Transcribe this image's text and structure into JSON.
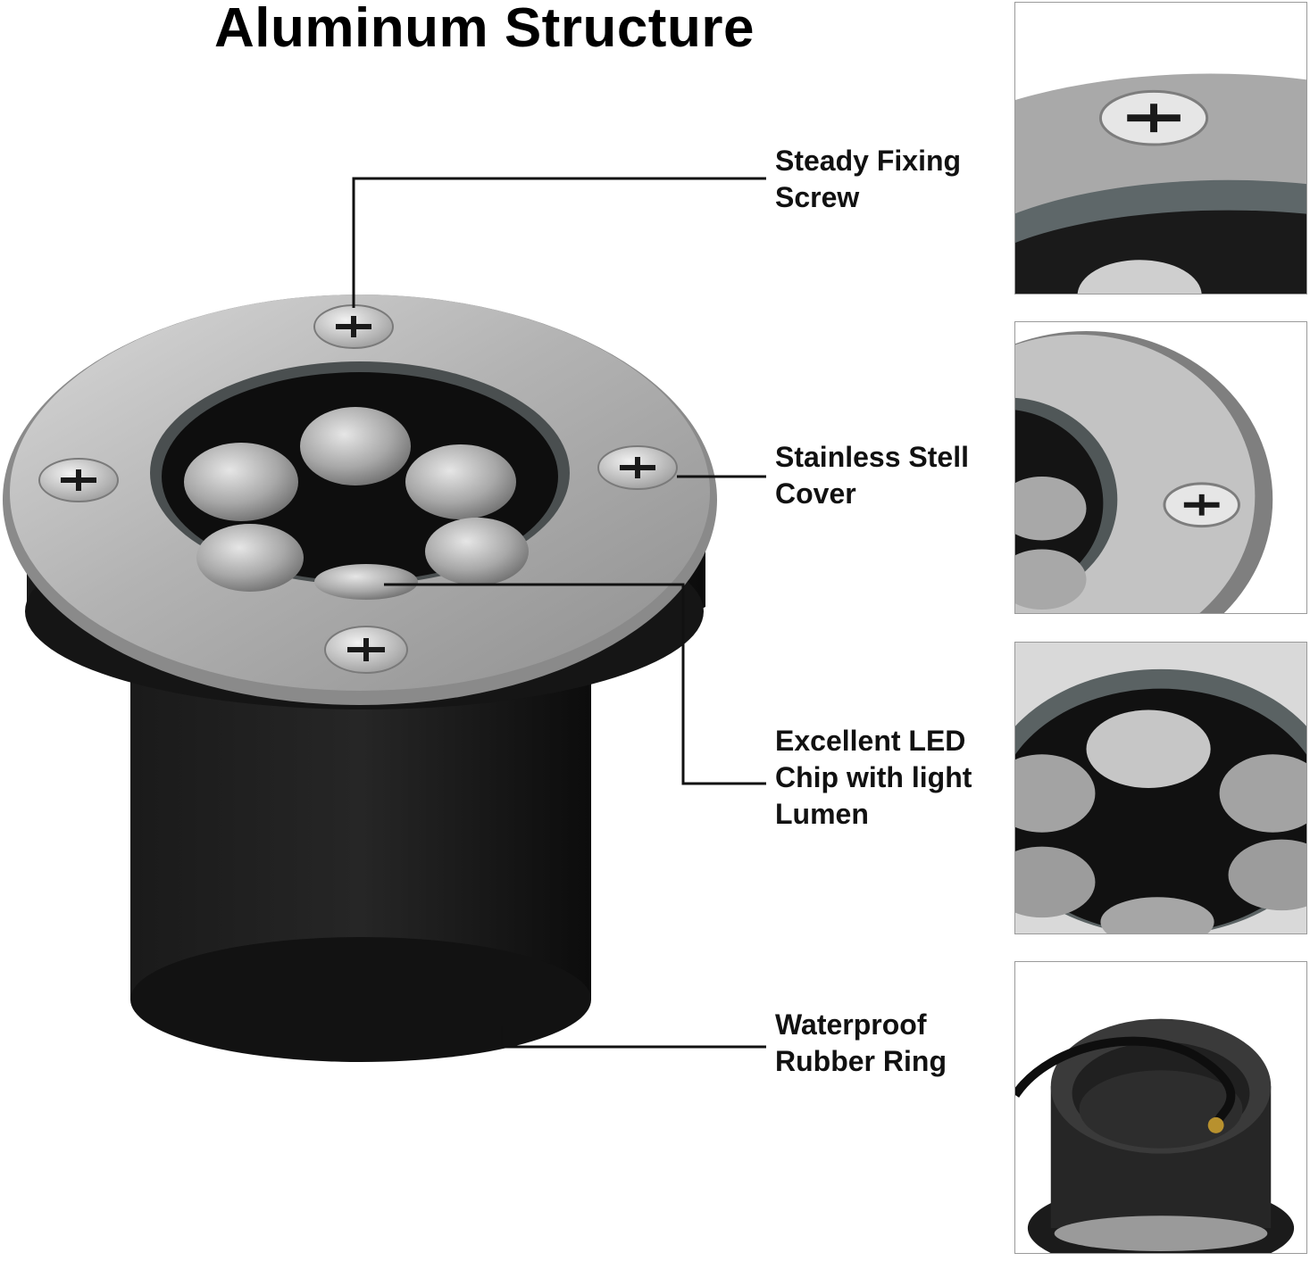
{
  "title": "Aluminum Structure",
  "callouts": [
    {
      "text": "Steady Fixing\nScrew"
    },
    {
      "text": "Stainless Stell\nCover"
    },
    {
      "text": "Excellent LED\nChip with light\nLumen"
    },
    {
      "text": "Waterproof\nRubber Ring"
    }
  ],
  "panels": [
    {
      "subject": "fixing-screw-closeup"
    },
    {
      "subject": "stainless-cover-closeup"
    },
    {
      "subject": "led-chip-closeup"
    },
    {
      "subject": "rubber-ring-closeup"
    }
  ],
  "colors": {
    "steel": "#b9b9b9",
    "steel_dark": "#8d8d8d",
    "body_black": "#121212",
    "lens": "#9e9e9e",
    "leader_line": "#111111"
  }
}
